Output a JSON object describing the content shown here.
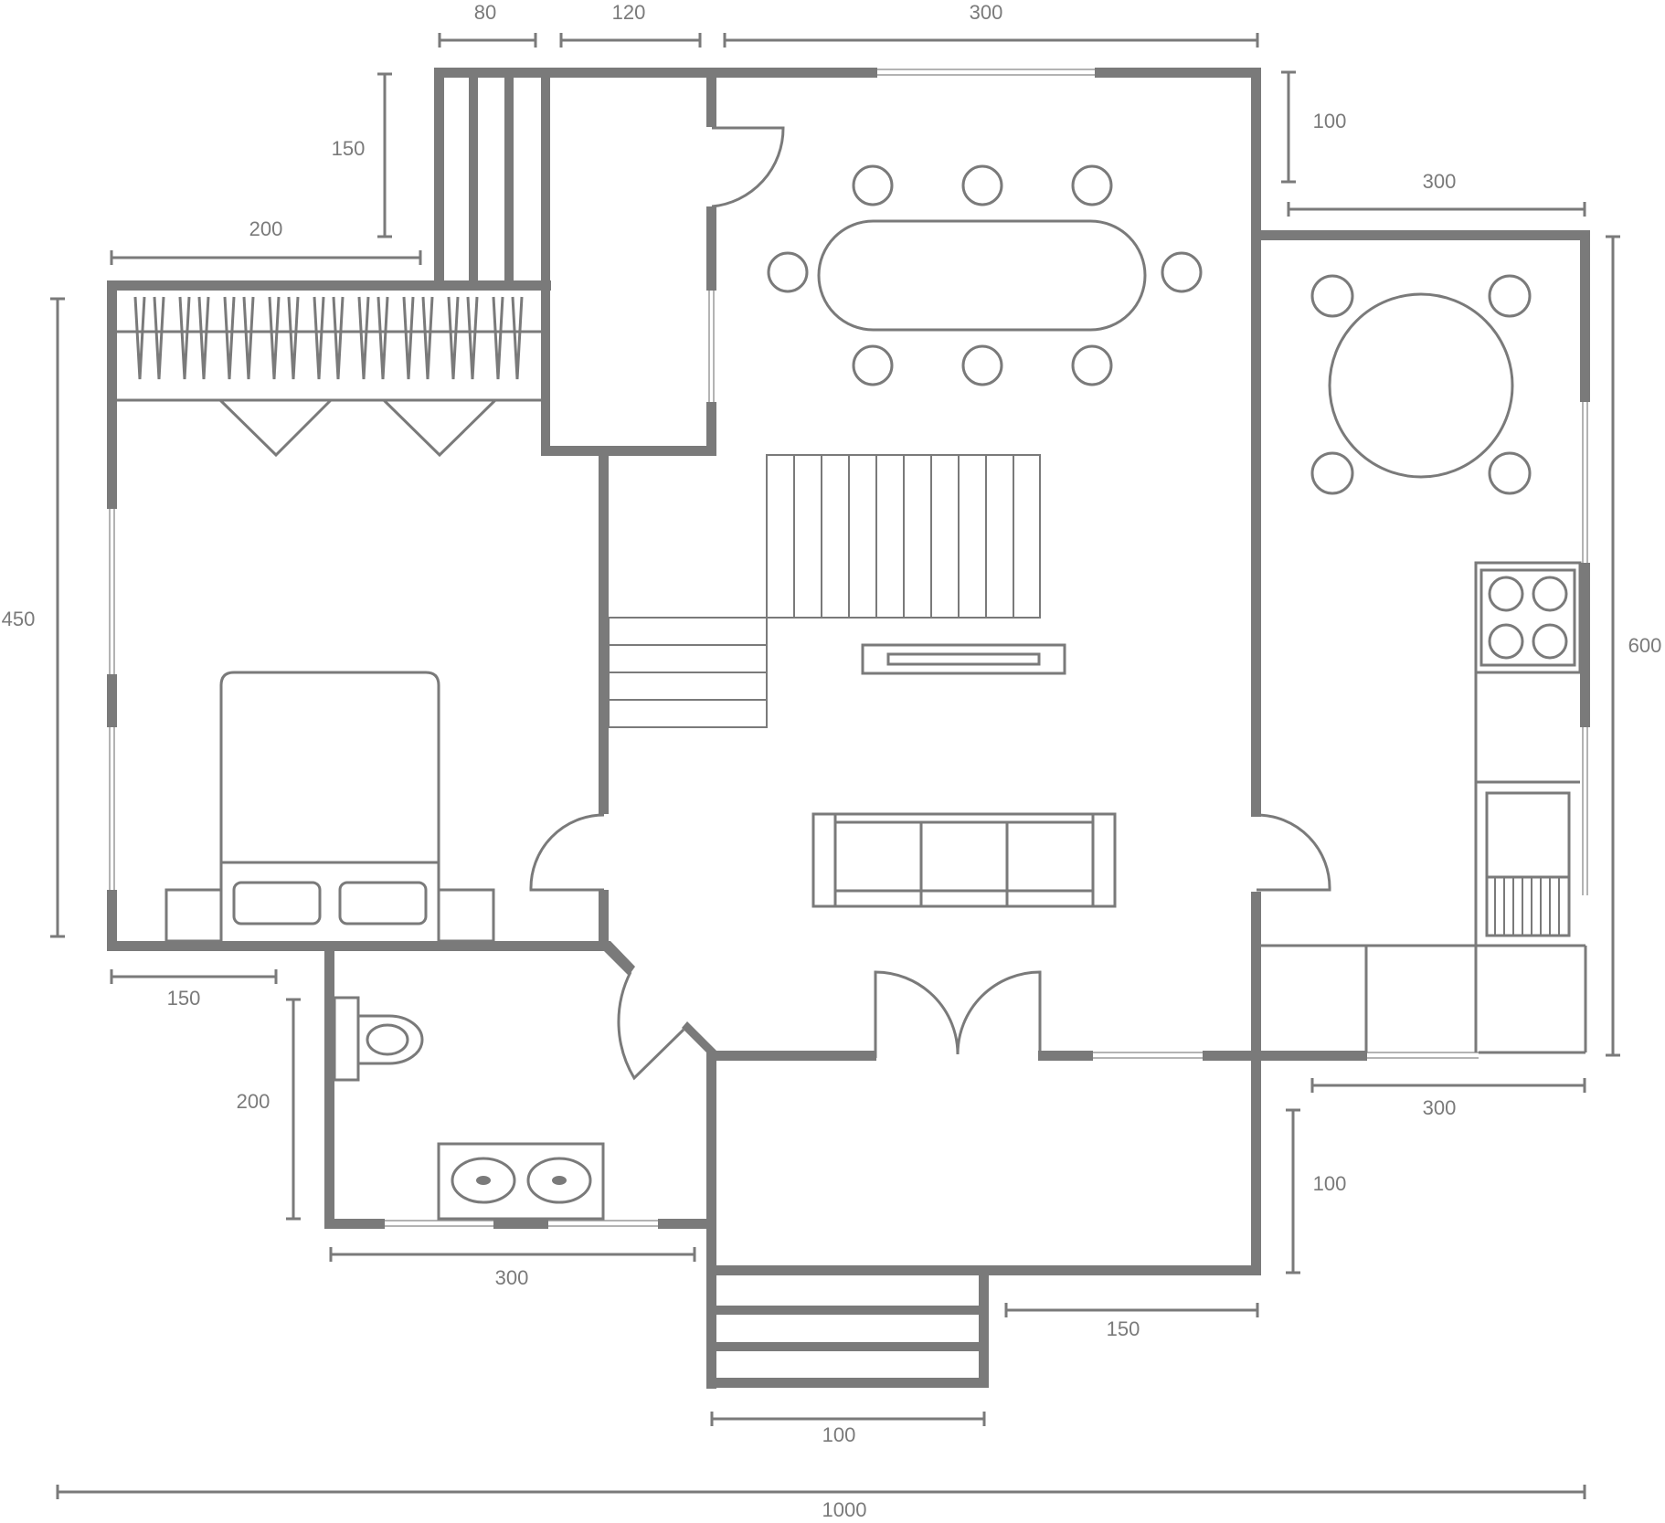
{
  "colors": {
    "wall": "#7a7a7a",
    "background": "#ffffff"
  },
  "dimensions": {
    "top_stair_width": "80",
    "top_closet_width": "120",
    "top_dining_width": "300",
    "right_top_offset": "100",
    "kitchen_width_top": "300",
    "stair_height": "150",
    "wardrobe_width": "200",
    "left_height": "450",
    "right_height": "600",
    "bedroom_bottom": "150",
    "bath_height": "200",
    "bath_width": "300",
    "kitchen_width_bottom": "300",
    "entry_height": "100",
    "entry_offset": "150",
    "steps_width": "100",
    "total_width": "1000"
  }
}
